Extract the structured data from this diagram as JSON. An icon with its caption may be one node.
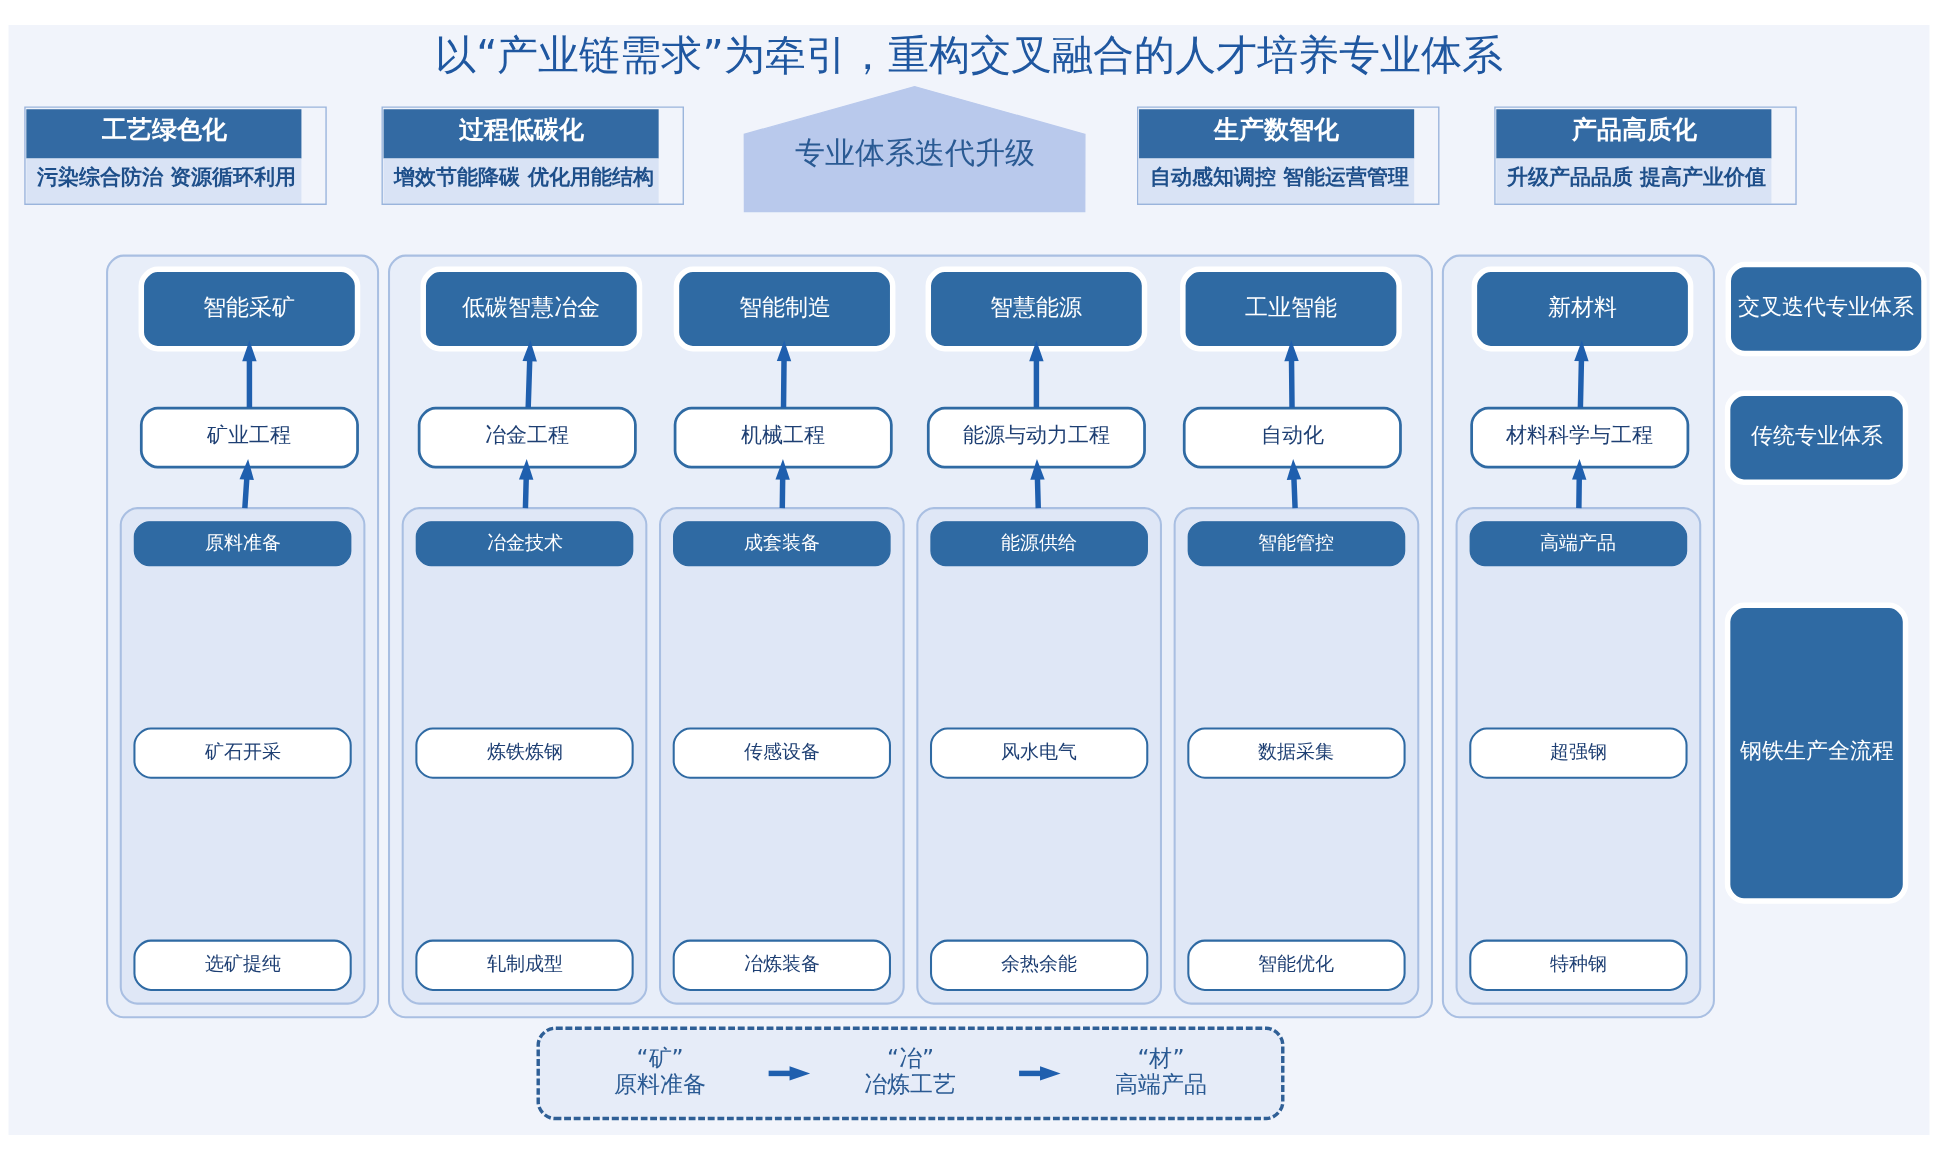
{
  "diagram": {
    "title": "以“产业链需求”为牵引，重构交叉融合的人才培养专业体系",
    "nodes": [
      {
        "text": [
          "工艺绿色化",
          "污染综合防治 资源循环利用"
        ]
      },
      {
        "text": [
          "过程低碳化",
          "增效节能降碳 优化用能结构"
        ]
      },
      {
        "text": [
          "生产数智化",
          "自动感知调控 智能运营管理"
        ]
      },
      {
        "text": [
          "产品高质化",
          "升级产品品质 提高产业价值"
        ]
      },
      {
        "text": [
          "专业体系迭代升级"
        ]
      },
      {
        "text": [
          "交叉迭代专业体系"
        ]
      },
      {
        "text": [
          "传统专业体系"
        ]
      },
      {
        "text": [
          "钢铁生产全流程"
        ]
      },
      {
        "text": [],
        "shape": "box"
      },
      {
        "text": [
          "智能采矿"
        ],
        "in": 8
      },
      {
        "text": [
          "矿业工程"
        ],
        "in": 8
      },
      {
        "text": [],
        "shape": "box",
        "in": 8
      },
      {
        "text": [
          "原料准备"
        ],
        "in": 11
      },
      {
        "text": [
          "矿石开采"
        ],
        "in": 11
      },
      {
        "text": [
          "选矿提纯"
        ],
        "in": 11
      },
      {
        "text": [],
        "shape": "box"
      },
      {
        "text": [
          "低碳智慧冶金"
        ],
        "in": 15
      },
      {
        "text": [
          "冶金工程"
        ],
        "in": 15
      },
      {
        "text": [],
        "shape": "box",
        "in": 15
      },
      {
        "text": [
          "冶金技术"
        ],
        "in": 18
      },
      {
        "text": [
          "炼铁炼钢"
        ],
        "in": 18
      },
      {
        "text": [
          "轧制成型"
        ],
        "in": 18
      },
      {
        "text": [
          "智能制造"
        ],
        "in": 15
      },
      {
        "text": [
          "机械工程"
        ],
        "in": 15
      },
      {
        "text": [],
        "shape": "box",
        "in": 15
      },
      {
        "text": [
          "成套装备"
        ],
        "in": 24
      },
      {
        "text": [
          "传感设备"
        ],
        "in": 24
      },
      {
        "text": [
          "冶炼装备"
        ],
        "in": 24
      },
      {
        "text": [
          "智慧能源"
        ],
        "in": 15
      },
      {
        "text": [
          "能源与动力工程"
        ],
        "in": 15
      },
      {
        "text": [],
        "shape": "box",
        "in": 15
      },
      {
        "text": [
          "能源供给"
        ],
        "in": 30
      },
      {
        "text": [
          "风水电气"
        ],
        "in": 30
      },
      {
        "text": [
          "余热余能"
        ],
        "in": 30
      },
      {
        "text": [
          "工业智能"
        ],
        "in": 15
      },
      {
        "text": [
          "自动化"
        ],
        "in": 15
      },
      {
        "text": [],
        "shape": "box",
        "in": 15
      },
      {
        "text": [
          "智能管控"
        ],
        "in": 36
      },
      {
        "text": [
          "数据采集"
        ],
        "in": 36
      },
      {
        "text": [
          "智能优化"
        ],
        "in": 36
      },
      {
        "text": [],
        "shape": "box"
      },
      {
        "text": [
          "新材料"
        ],
        "in": 40
      },
      {
        "text": [
          "材料科学与工程"
        ],
        "in": 40
      },
      {
        "text": [],
        "shape": "box",
        "in": 40
      },
      {
        "text": [
          "高端产品"
        ],
        "in": 43
      },
      {
        "text": [
          "超强钢"
        ],
        "in": 43
      },
      {
        "text": [
          "特种钢"
        ],
        "in": 43
      },
      {
        "text": [],
        "shape": "box"
      },
      {
        "text": [
          "“矿”",
          "原料准备"
        ],
        "in": 47
      },
      {
        "text": [
          "“冶”",
          "冶炼工艺"
        ],
        "in": 47
      },
      {
        "text": [
          "“材”",
          "高端产品"
        ],
        "in": 47
      }
    ],
    "edges": [
      {
        "from": 10,
        "to": 9,
        "arrow": "to"
      },
      {
        "from": 11,
        "to": 10,
        "arrow": "to"
      },
      {
        "from": 17,
        "to": 16,
        "arrow": "to"
      },
      {
        "from": 18,
        "to": 17,
        "arrow": "to"
      },
      {
        "from": 23,
        "to": 22,
        "arrow": "to"
      },
      {
        "from": 24,
        "to": 23,
        "arrow": "to"
      },
      {
        "from": 29,
        "to": 28,
        "arrow": "to"
      },
      {
        "from": 30,
        "to": 29,
        "arrow": "to"
      },
      {
        "from": 35,
        "to": 34,
        "arrow": "to"
      },
      {
        "from": 36,
        "to": 35,
        "arrow": "to"
      },
      {
        "from": 42,
        "to": 41,
        "arrow": "to"
      },
      {
        "from": 43,
        "to": 42,
        "arrow": "to"
      },
      {
        "from": 48,
        "to": 49,
        "arrow": "to"
      },
      {
        "from": 49,
        "to": 50,
        "arrow": "to"
      }
    ]
  }
}
